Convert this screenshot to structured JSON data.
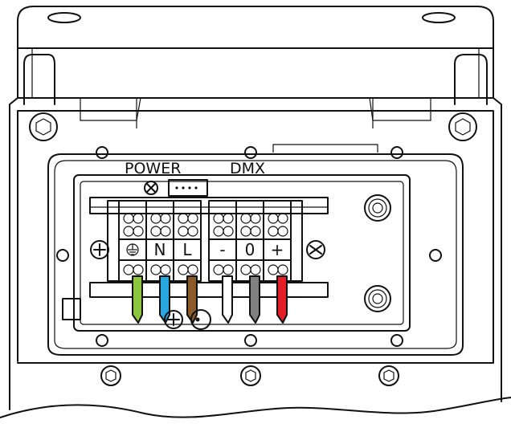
{
  "diagram": {
    "labels": {
      "power": "POWER",
      "dmx": "DMX"
    },
    "terminals": [
      {
        "id": "earth",
        "symbol": "earth-icon",
        "label": "",
        "wire_color": "#8DC63F"
      },
      {
        "id": "neutral",
        "label": "N",
        "wire_color": "#29A8E0"
      },
      {
        "id": "live",
        "label": "L",
        "wire_color": "#8B5A2B"
      },
      {
        "id": "dmx-minus",
        "label": "-",
        "wire_color": "#FFFFFF"
      },
      {
        "id": "dmx-zero",
        "label": "0",
        "wire_color": "#808080"
      },
      {
        "id": "dmx-plus",
        "label": "+",
        "wire_color": "#E41E26"
      }
    ]
  }
}
